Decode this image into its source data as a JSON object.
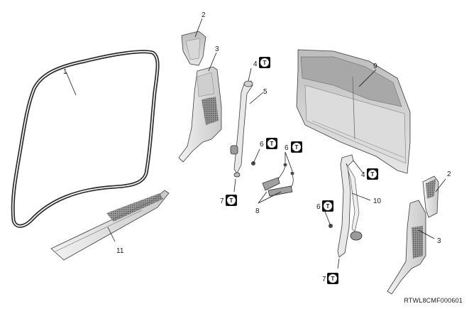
{
  "figure_code": "RTWL8CMF000601",
  "torque_symbol": "T",
  "callouts": {
    "c1": "1",
    "c2a": "2",
    "c2b": "2",
    "c3a": "3",
    "c3b": "3",
    "c4a": "4",
    "c4b": "4",
    "c5": "5",
    "c6a": "6",
    "c6b": "6",
    "c6c": "6",
    "c7a": "7",
    "c7b": "7",
    "c8": "8",
    "c9": "9",
    "c10": "10",
    "c11": "11"
  }
}
